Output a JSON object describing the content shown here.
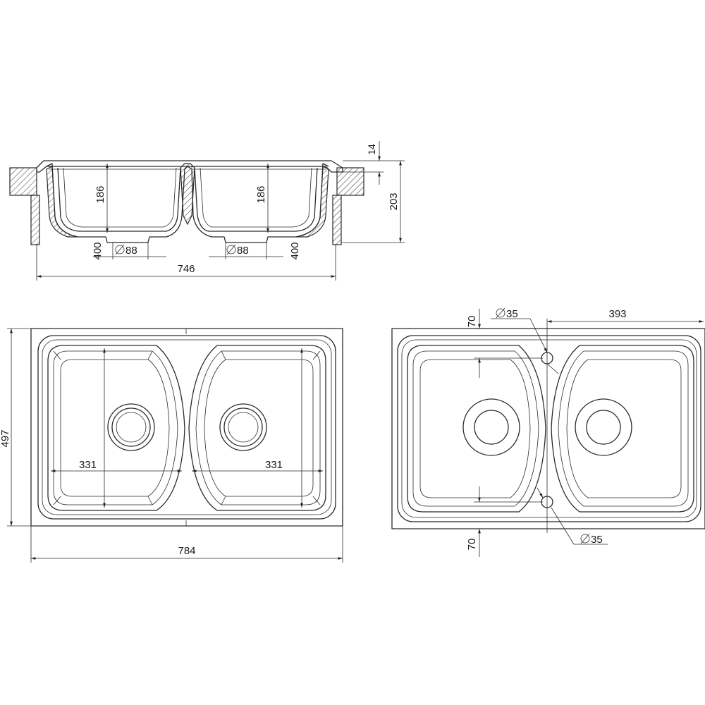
{
  "dimensions": {
    "section": {
      "bowl_depth_left": "186",
      "bowl_depth_right": "186",
      "total_height": "203",
      "rim_thickness": "14",
      "drain_left": "88",
      "drain_right": "88",
      "inner_width": "746"
    },
    "plan": {
      "overall_width": "784",
      "overall_depth": "497",
      "bowl_length_left": "400",
      "bowl_length_right": "400",
      "bowl_width_left": "331",
      "bowl_width_right": "331"
    },
    "tap_holes": {
      "top_offset": "70",
      "bottom_offset": "70",
      "hole_top": "35",
      "hole_bottom": "35",
      "center_offset": "393"
    }
  },
  "symbols": {
    "diameter_icon": "diameter-symbol"
  }
}
